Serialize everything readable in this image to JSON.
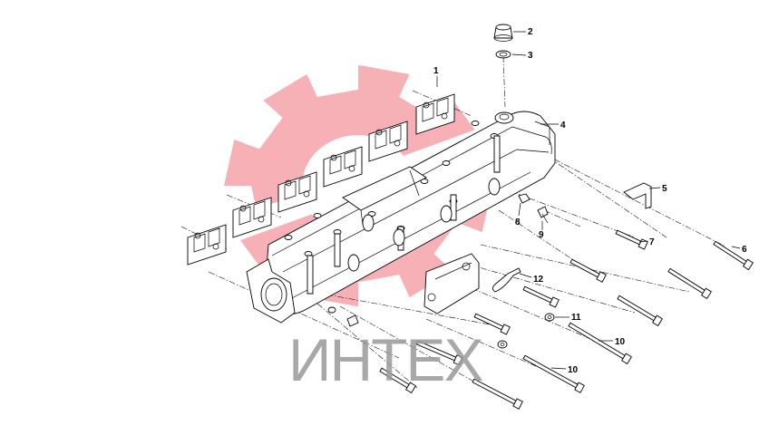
{
  "diagram": {
    "callouts": [
      {
        "id": "c1",
        "label": "1"
      },
      {
        "id": "c2",
        "label": "2"
      },
      {
        "id": "c3",
        "label": "3"
      },
      {
        "id": "c4",
        "label": "4"
      },
      {
        "id": "c5",
        "label": "5"
      },
      {
        "id": "c6",
        "label": "6"
      },
      {
        "id": "c7",
        "label": "7"
      },
      {
        "id": "c8",
        "label": "8"
      },
      {
        "id": "c9",
        "label": "9"
      },
      {
        "id": "c10a",
        "label": "10"
      },
      {
        "id": "c10b",
        "label": "10"
      },
      {
        "id": "c11",
        "label": "11"
      },
      {
        "id": "c12",
        "label": "12"
      }
    ]
  },
  "watermark": {
    "text": "ИНТЕХ",
    "gear_color": "#f5a3aa",
    "text_color": "#9a9a9a"
  }
}
